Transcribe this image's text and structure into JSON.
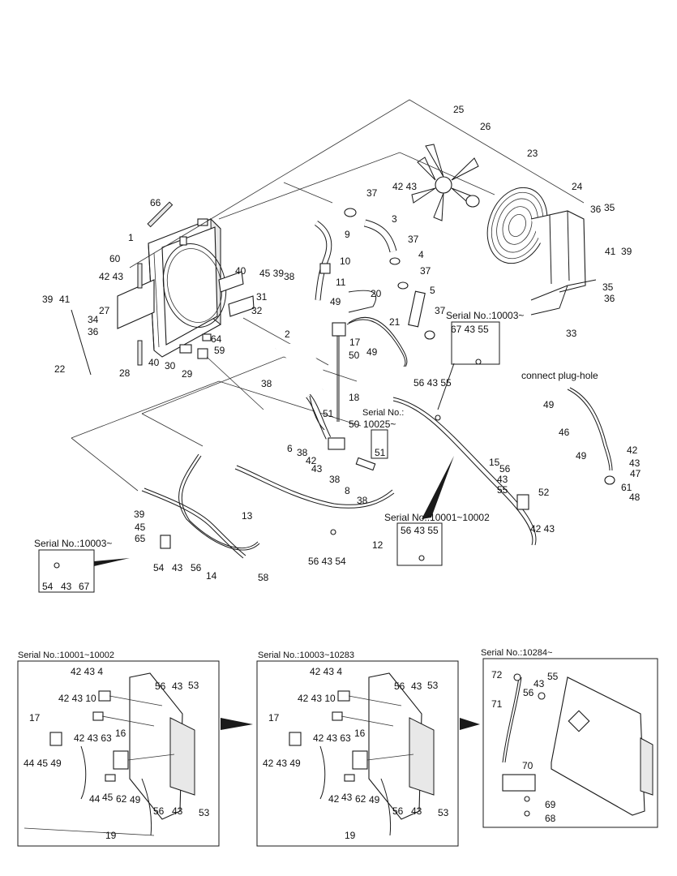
{
  "notes": {
    "serial_10003_top": "Serial No.:10003~",
    "connect": "connect plug-hole",
    "serial_top_mid": "Serial No.:",
    "serial_10001_10002_mid": "Serial No.:10001~10002",
    "serial_10003_left": "Serial No.:10003~",
    "panel1": "Serial No.:10001~10002",
    "panel2": "Serial No.:10003~10283",
    "panel3": "Serial No.:10284~"
  },
  "callouts": {
    "c25": "25",
    "c26": "26",
    "c23": "23",
    "c24": "24",
    "c36a": "36",
    "c35a": "35",
    "c4243fan": "42 43",
    "c37a": "37",
    "c3": "3",
    "c66": "66",
    "c1": "1",
    "c9": "9",
    "c37b": "37",
    "c4a": "4",
    "c37c": "37",
    "c5": "5",
    "c37d": "37",
    "c10": "10",
    "c60": "60",
    "c41a": "41",
    "c39a": "39",
    "c35b": "35",
    "c36b": "36",
    "c33": "33",
    "c4243left": "42 43",
    "c40a": "40",
    "c4539a": "45 39",
    "c38a": "38",
    "c31": "31",
    "c11": "11",
    "c20": "20",
    "c39b": "39",
    "c41b": "41",
    "c27": "27",
    "c32": "32",
    "c34": "34",
    "c36c": "36",
    "c49a": "49",
    "c21": "21",
    "c2": "2",
    "c17a": "17",
    "c64": "64",
    "c50a": "50",
    "c49b": "49",
    "c59": "59",
    "c40b": "40",
    "c30": "30",
    "c22": "22",
    "c28": "28",
    "c29": "29",
    "c38b": "38",
    "c18": "18",
    "c51a": "51",
    "c674355top": "67 43 55",
    "c564355top": "56 43 55",
    "c49c": "49",
    "c46": "46",
    "c6": "6",
    "c501": "50",
    "c51b": "51",
    "c49d": "49",
    "c42r": "42",
    "c43r": "43",
    "c47": "47",
    "c61": "61",
    "c48": "48",
    "c38c": "38",
    "c42m": "42",
    "c43m": "43",
    "c38d": "38",
    "c8": "8",
    "c38e": "38",
    "c15": "15",
    "c56r": "56",
    "c43r2": "43",
    "c55r": "55",
    "c52": "52",
    "c4243r": "42 43",
    "c39c": "39",
    "c13": "13",
    "c45c": "45",
    "c65": "65",
    "c564355mid": "56 43 55",
    "c12": "12",
    "c54a": "54",
    "c43a": "43",
    "c56a": "56",
    "c14": "14",
    "c58": "58",
    "c564354": "56 43 54",
    "c54b": "54",
    "c43b": "43",
    "c67": "67",
    "p1_42434": "42 43 4",
    "p1_424310": "42 43 10",
    "p1_17": "17",
    "p1_56": "56",
    "p1_43": "43",
    "p1_53": "53",
    "p1_424363": "42 43 63",
    "p1_16": "16",
    "p1_444549": "44 45 49",
    "p1_44": "44",
    "p1_45": "45",
    "p1_62": "62",
    "p1_49": "49",
    "p1_56b": "56",
    "p1_43b": "43",
    "p1_53b": "53",
    "p1_19": "19",
    "p2_42434": "42 43 4",
    "p2_424310": "42 43 10",
    "p2_17": "17",
    "p2_56": "56",
    "p2_43": "43",
    "p2_53": "53",
    "p2_424363": "42 43 63",
    "p2_16": "16",
    "p2_424349": "42 43 49",
    "p2_42": "42",
    "p2_43c": "43",
    "p2_62": "62",
    "p2_49": "49",
    "p2_56b": "56",
    "p2_43b": "43",
    "p2_53b": "53",
    "p2_19": "19",
    "p3_72": "72",
    "p3_43": "43",
    "p3_55": "55",
    "p3_56": "56",
    "p3_71": "71",
    "p3_70": "70",
    "p3_69": "69",
    "p3_68": "68",
    "c1002": "10025~"
  },
  "colors": {
    "line": "#1a1a1a",
    "background": "#ffffff"
  }
}
